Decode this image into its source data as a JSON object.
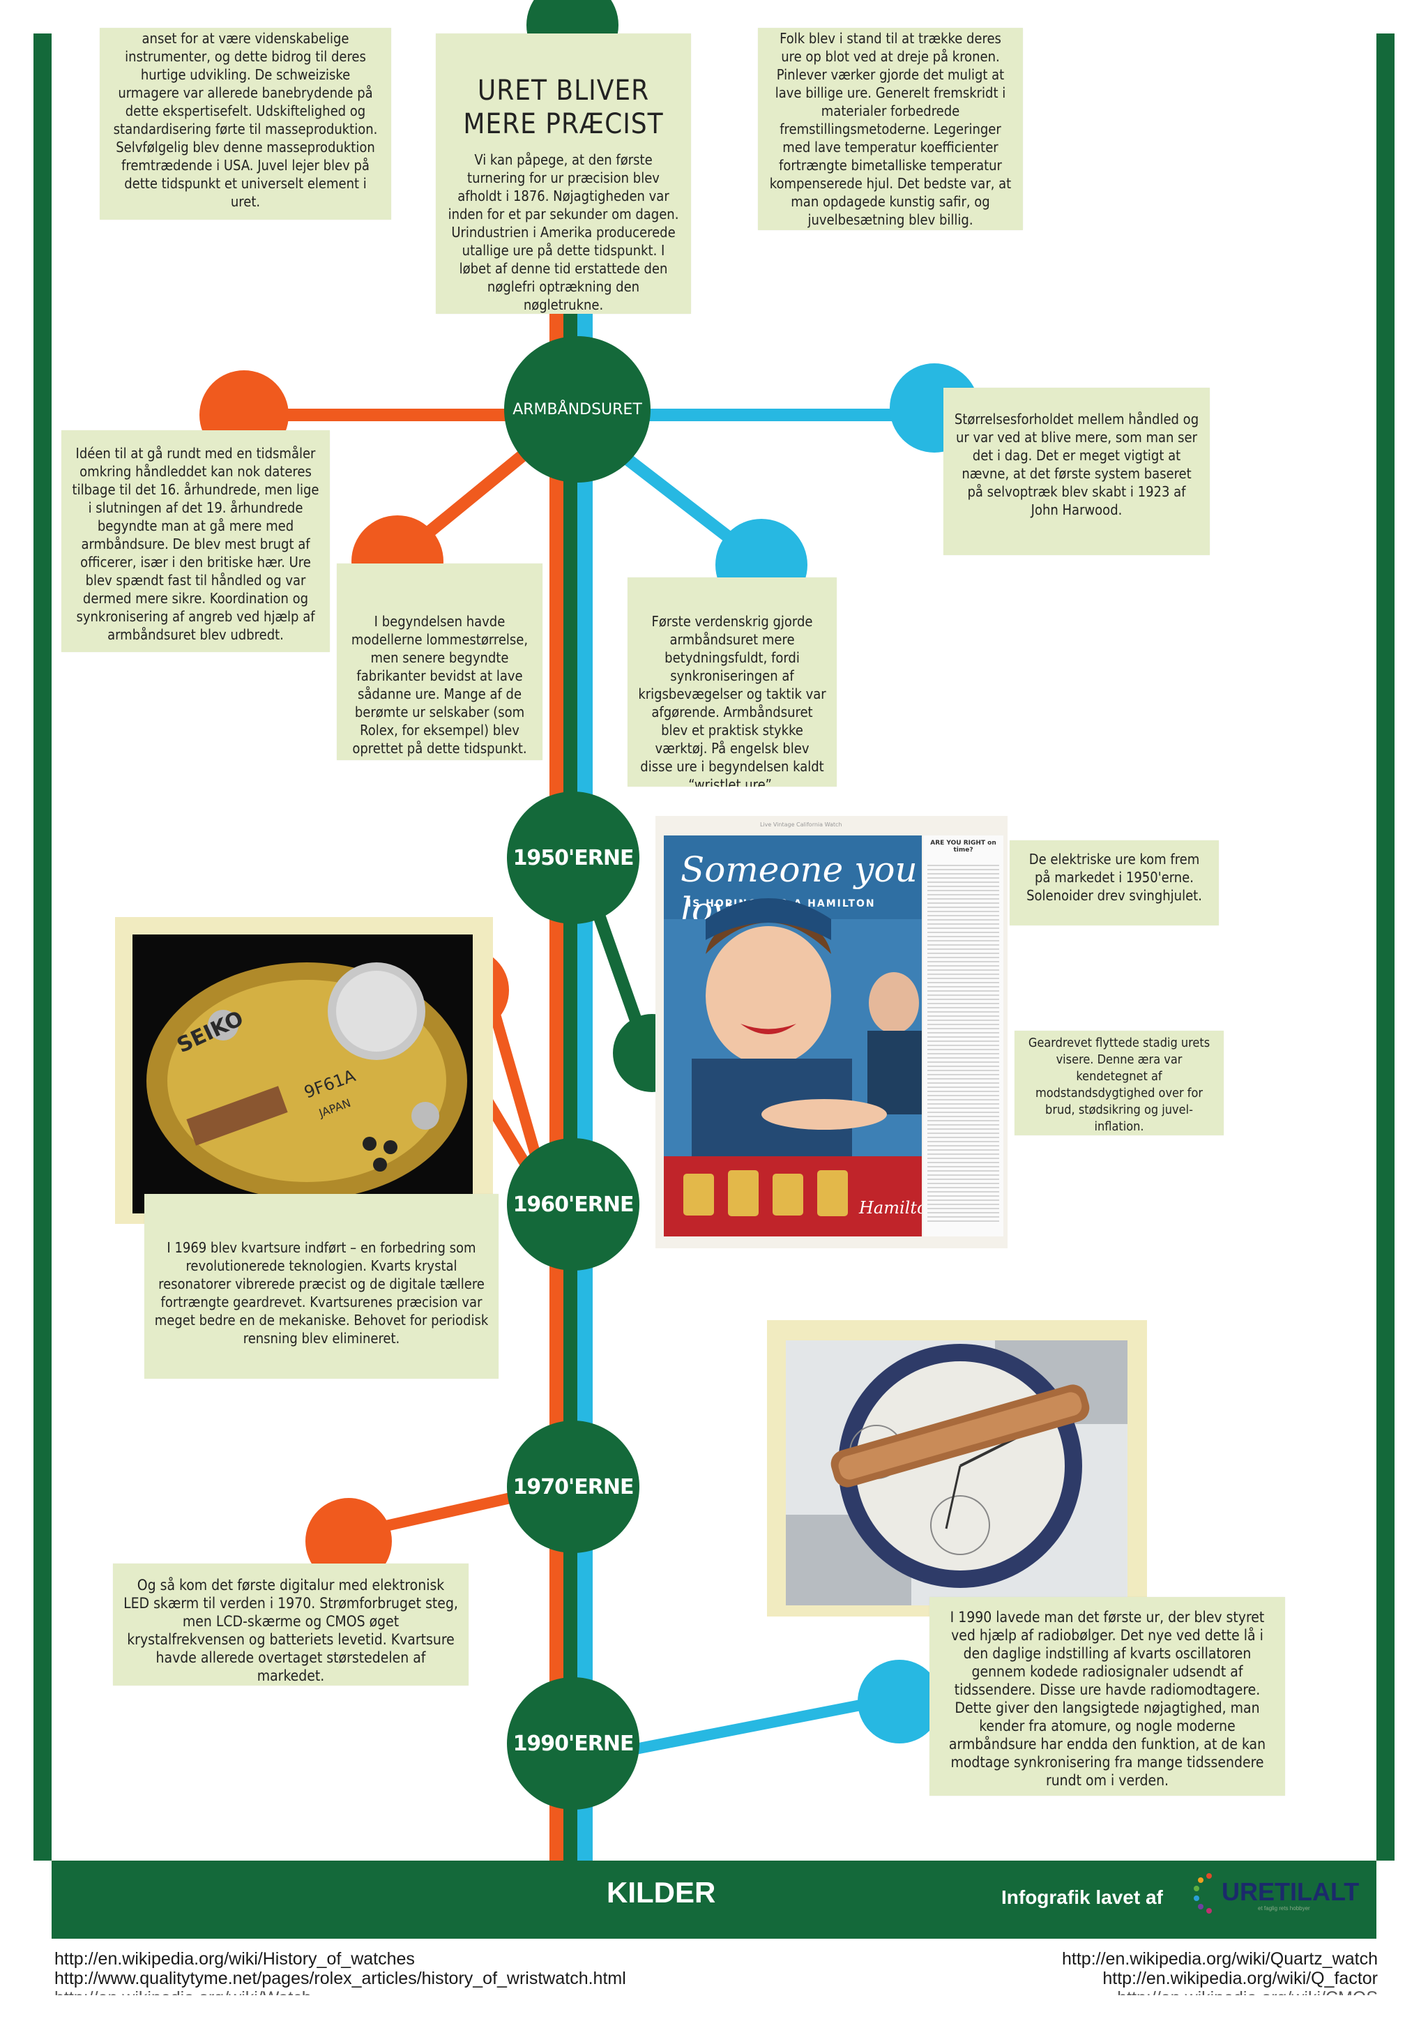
{
  "colors": {
    "green": "#14693a",
    "orange": "#f05a1e",
    "blue": "#27b8e2",
    "box": "#e4ecc9"
  },
  "top": {
    "left_text": "anset for at være videnskabelige instrumenter, og dette bidrog til deres hurtige udvikling. De schweiziske urmagere var allerede banebrydende på dette ekspertisefelt. Udskiftelighed og standardisering førte til masseproduktion. Selvfølgelig blev denne masseproduktion fremtrædende i USA. Juvel lejer blev på dette tidspunkt et universelt element i uret.",
    "center_title": "URET BLIVER MERE PRÆCIST",
    "center_text": "Vi kan påpege, at den første turnering for ur præcision blev afholdt i 1876. Nøjagtigheden var inden for et par sekunder om dagen. Urindustrien i Amerika producerede utallige ure på dette tidspunkt. I løbet af denne tid erstattede den nøglefri optrækning den nøgletrukne.",
    "right_text": "Folk blev i stand til at trække deres ure op blot ved at dreje på kronen. Pinlever værker gjorde det muligt at lave billige ure. Generelt fremskridt i materialer forbedrede fremstillingsmetoderne. Legeringer med lave temperatur koefficienter fortrængte bimetalliske temperatur kompenserede hjul. Det bedste var, at man opdagede kunstig safir, og juvelbesætning blev billig."
  },
  "armband": {
    "node_label": "ARMBÅNDSURET",
    "left_text": "Idéen til at gå rundt med en tidsmåler omkring håndleddet kan nok dateres tilbage til det 16. århundrede, men lige i slutningen af det 19. århundrede begyndte man at gå mere med armbåndsure. De blev mest brugt af officerer, især i den britiske hær. Ure blev spændt fast til håndled og var dermed mere sikre. Koordination og synkronisering af angreb ved hjælp af armbåndsuret blev udbredt.",
    "center_left_text": "I begyndelsen havde modellerne lommestørrelse, men senere begyndte fabrikanter bevidst at lave sådanne ure. Mange af de berømte ur selskaber (som Rolex, for eksempel) blev oprettet på dette tidspunkt.",
    "center_right_text": "Første verdenskrig gjorde armbåndsuret mere betydningsfuldt, fordi synkroniseringen af krigsbevægelser og taktik var afgørende. Armbåndsuret blev et praktisk stykke værktøj. På engelsk blev disse ure i begyndelsen kaldt “wristlet ure”.",
    "right_text": "Størrelsesforholdet mellem håndled og ur var ved at blive mere, som man ser det i dag. Det er meget vigtigt at nævne, at det første system baseret på selvoptræk blev skabt i 1923 af John Harwood."
  },
  "eras": {
    "e1950": {
      "label": "1950'ERNE",
      "text1": "De elektriske ure kom frem på markedet i 1950'erne. Solenoider drev svinghjulet.",
      "text2": "Geardrevet flyttede stadig urets visere. Denne æra var kendetegnet af modstandsdygtighed over for brud, stødsikring og juvel-inflation."
    },
    "e1960": {
      "label": "1960'ERNE",
      "text": "I 1969 blev kvartsure indført – en forbedring som revolutionerede teknologien. Kvarts krystal resonatorer vibrerede præcist og de digitale tællere fortrængte geardrevet. Kvartsurenes præcision var meget bedre en de mekaniske. Behovet for periodisk rensning blev elimineret."
    },
    "e1970": {
      "label": "1970'ERNE",
      "text": "Og så kom det første digitalur med elektronisk LED skærm til verden i 1970. Strømforbruget steg, men LCD-skærme og CMOS øget krystalfrekvensen og batteriets levetid. Kvartsure havde allerede overtaget størstedelen af markedet."
    },
    "e1990": {
      "label": "1990'ERNE",
      "text": "I 1990 lavede man det første ur, der blev styret ved hjælp af radiobølger. Det nye ved dette lå i den daglige indstilling af kvarts oscillatoren gennem kodede radiosignaler udsendt af tidssendere. Disse ure havde radiomodtagere. Dette giver den langsigtede nøjagtighed, man kender fra atomure, og nogle moderne armbåndsure har endda den funktion, at de kan modtage synkronisering fra mange tidssendere rundt om i verden."
    }
  },
  "ad": {
    "script_line": "Someone you love",
    "tagline": "IS HOPING FOR A HAMILTON",
    "brand": "Hamilton",
    "corner": "ARE YOU RIGHT on time?",
    "caption": "Live Vintage California Watch"
  },
  "seiko": {
    "brand": "SEIKO",
    "caliber": "9F61A",
    "country": "JAPAN"
  },
  "footer": {
    "title": "KILDER",
    "credit": "Infografik lavet af",
    "logo": "URETILALT",
    "logo_tag": "et faglig rets hobbyer",
    "sources_left": [
      "http://en.wikipedia.org/wiki/History_of_watches",
      "http://www.qualitytyme.net/pages/rolex_articles/history_of_wristwatch.html",
      "http://en.wikipedia.org/wiki/Watch"
    ],
    "sources_right": [
      "http://en.wikipedia.org/wiki/Quartz_watch",
      "http://en.wikipedia.org/wiki/Q_factor",
      "http://en.wikipedia.org/wiki/CMOS"
    ]
  }
}
